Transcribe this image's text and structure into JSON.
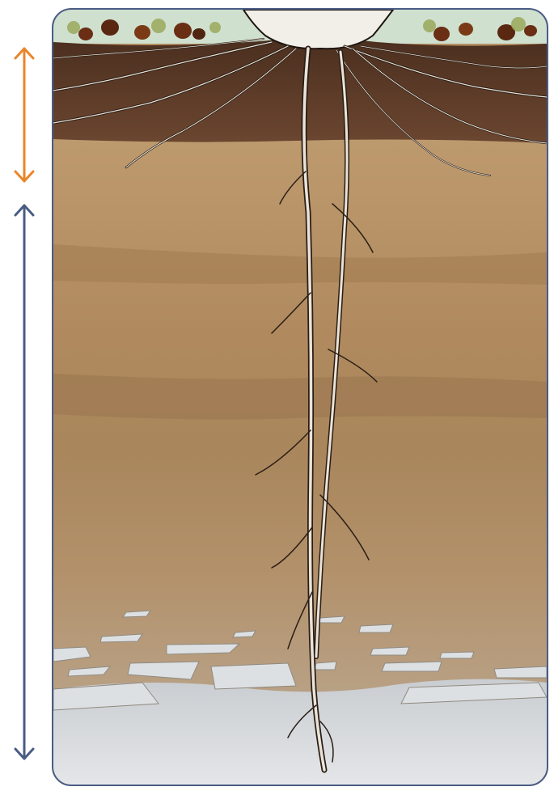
{
  "illustration": {
    "subject": "soil-profile-with-tree-roots",
    "colors": {
      "topsoil": "#5a3a26",
      "subsoil": "#b48f64",
      "bedrock": "#d6d9dc",
      "root": "#e9e3d8",
      "root_outline": "#2a1d15",
      "frame": "#4a5c84",
      "arrow_topsoil": "#e9862a",
      "arrow_subsoil": "#4a5c84"
    },
    "arrows": [
      {
        "name": "topsoil-depth-arrow",
        "color": "#e9862a"
      },
      {
        "name": "subsoil-depth-arrow",
        "color": "#4a5c84"
      }
    ]
  }
}
